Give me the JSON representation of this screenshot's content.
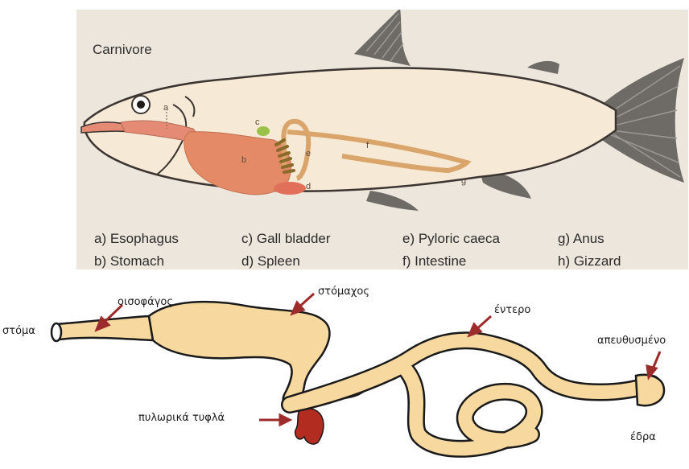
{
  "top_panel": {
    "title": "Carnivore",
    "part_letters": {
      "a": "a",
      "b": "b",
      "c": "c",
      "d": "d",
      "e": "e",
      "f": "f",
      "g": "g"
    },
    "legend": [
      {
        "text": "a) Esophagus"
      },
      {
        "text": "b) Stomach"
      },
      {
        "text": "c) Gall bladder"
      },
      {
        "text": "d) Spleen"
      },
      {
        "text": "e) Pyloric caeca"
      },
      {
        "text": "f) Intestine"
      },
      {
        "text": "g) Anus"
      },
      {
        "text": "h) Gizzard"
      }
    ]
  },
  "bottom_panel": {
    "labels": {
      "mouth": "στόμα",
      "esophagus": "οισοφάγος",
      "stomach": "στόμαχος",
      "intestine": "έντερο",
      "rectum": "απευθυσμένο",
      "pyloric_caeca": "πυλωρικά τυφλά",
      "anus": "έδρα"
    }
  },
  "colors": {
    "panel_bg": "#ede6dd",
    "fish_body": "#f6e9d6",
    "fin": "#6e6a66",
    "stomach": "#e58a66",
    "esophagus": "#e58a74",
    "intestine": "#d9a56a",
    "caeca": "#8a6a2a",
    "gall_bladder": "#9ac24a",
    "gut_fill": "#f7d9a0",
    "caeca_red": "#b22d1f",
    "arrow": "#9e2b2b"
  }
}
